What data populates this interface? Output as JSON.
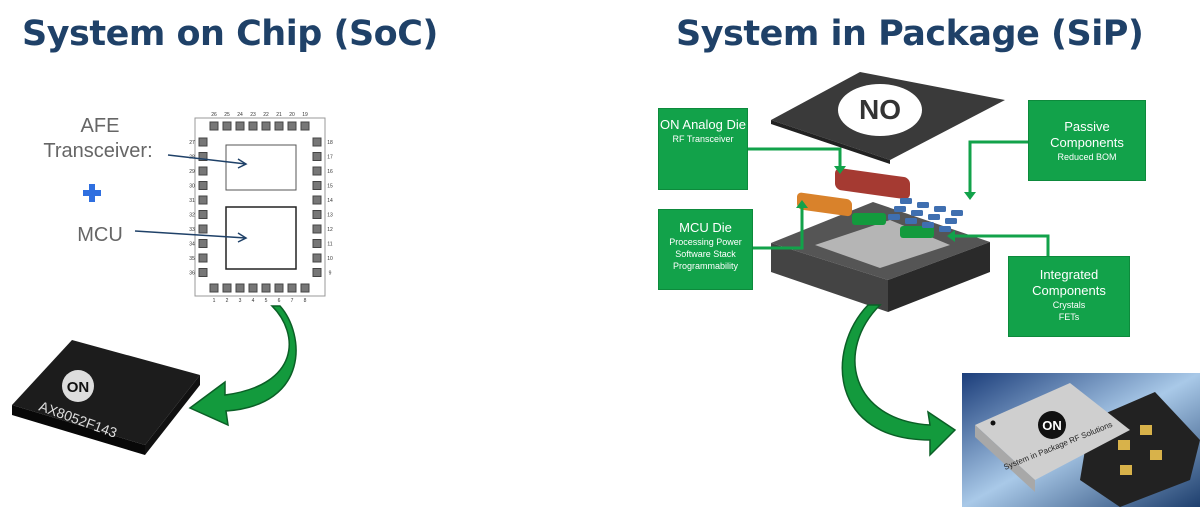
{
  "soc": {
    "title": "System on Chip (SoC)",
    "label_afe": "AFE",
    "label_transceiver": "Transceiver:",
    "label_mcu": "MCU",
    "plus_color": "#2f6fe0",
    "chip_marking": "AX8052F143",
    "chip_logo": "ON",
    "pins_top": [
      "26",
      "25",
      "24",
      "23",
      "22",
      "21",
      "20",
      "19"
    ],
    "pins_left": [
      "27",
      "28",
      "29",
      "30",
      "31",
      "32",
      "33",
      "34",
      "35",
      "36"
    ],
    "pins_right": [
      "18",
      "17",
      "16",
      "15",
      "14",
      "13",
      "12",
      "11",
      "10",
      "9"
    ],
    "pins_bottom": [
      "1",
      "2",
      "3",
      "4",
      "5",
      "6",
      "7",
      "8"
    ]
  },
  "sip": {
    "title": "System in Package (SiP)",
    "lid_logo": "ON",
    "boxes": {
      "analog": {
        "heading": "ON Analog Die",
        "lines": [
          "RF Transceiver"
        ]
      },
      "mcu": {
        "heading": "MCU Die",
        "lines": [
          "Processing Power",
          "Software Stack",
          "Programmability"
        ]
      },
      "passive": {
        "heading": "Passive Components",
        "lines": [
          "Reduced BOM"
        ]
      },
      "integrated": {
        "heading": "Integrated Components",
        "lines": [
          "Crystals",
          "FETs"
        ]
      }
    },
    "product_logo": "ON",
    "product_marking": "System in Package RF Solutions"
  },
  "colors": {
    "title": "#1f4168",
    "green": "#12a24a",
    "analog_die": "#a53a32",
    "mcu_die": "#d9822b",
    "passives": "#3f6fb0"
  }
}
